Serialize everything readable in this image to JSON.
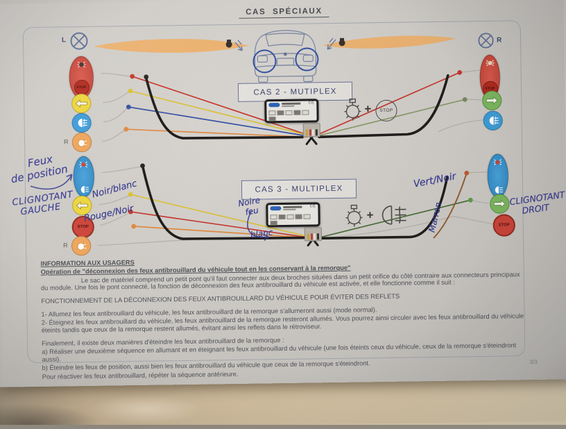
{
  "title": "CAS SPÉCIAUX",
  "page_number": "3/3",
  "labels": {
    "stop": "STOP",
    "lamp_left": "L",
    "lamp_right": "R",
    "reverse": "R",
    "ce_mark": "CE",
    "plus": "+"
  },
  "cas2": {
    "title": "CAS 2  - MUTIPLEX"
  },
  "cas3": {
    "title": "CAS 3  - MULTIPLEX"
  },
  "handwriting": {
    "feux_line1": "Feux",
    "feux_line2": "de position",
    "clignotant_gauche_1": "CLIGNOTANT",
    "clignotant_gauche_2": "GAUCHE",
    "noir_blanc": "Noir/blanc",
    "rouge_noir": "Rouge/Noir",
    "module_note_1": "Noire",
    "module_note_2": "feu",
    "module_note_3": "blanc",
    "vert_noir": "Vert/Noir",
    "clignotant_droit_1": "CLIGNOTANT",
    "clignotant_droit_2": "DROIT",
    "marron": "Marron"
  },
  "info": {
    "heading": "INFORMATION AUX USAGERS",
    "subheading": "Opération de \"déconnexion des feux antibrouillard du véhicule tout en les conservant à la remorque\"",
    "para1": "Le sac de matériel comprend un petit pont qu'il faut connecter aux deux broches situées dans un petit orifice du côté contraire aux connecteurs principaux du module. Une fois le pont connecté, la fonction de déconnexion des feux antibrouillard du véhicule est activée, et elle fonctionne comme il suit :",
    "functioning": "FONCTIONNEMENT DE LA DÉCONNEXION DES FEUX ANTIBROUILLARD DU VÉHICULE POUR ÉVITER DES REFLETS",
    "step1": "1- Allumez les feux antibrouillard du véhicule, les feux antibrouillard de la remorque s'allumeront aussi (mode normal).",
    "step2": "2- Éteignez les feux antibrouillard du véhicule, les feux antibrouillard de la remorque resteront allumés. Vous pourrez ainsi circuler avec les feux antibrouillard du véhicule éteints tandis que ceux de la remorque restent allumés, évitant ainsi les reflets dans le rétroviseur.",
    "finally_line": "Finalement, il existe deux manières d'éteindre les feux antibrouillard de la remorque :",
    "item_a": "a) Réaliser une deuxième séquence en allumant et en éteignant les feux antibrouillard du véhicule (une fois éteints ceux du véhicule, ceux de la remorque s'éteindront aussi).",
    "item_b": "b) Éteindre les feux de position, aussi bien les feux antibrouillard du véhicule que ceux de la remorque s'éteindront.",
    "last_line": "Pour réactiver les feux antibrouillard, répéter la séquence antérieure."
  },
  "colors": {
    "stop_red": "#c8423a",
    "turn_yellow": "#ecd53e",
    "fog_blue": "#3f9cd6",
    "reverse_orange": "#eda55c",
    "turn_green": "#7cb75f",
    "ink_blue": "#393c91",
    "beam_orange": "#edb06a"
  }
}
